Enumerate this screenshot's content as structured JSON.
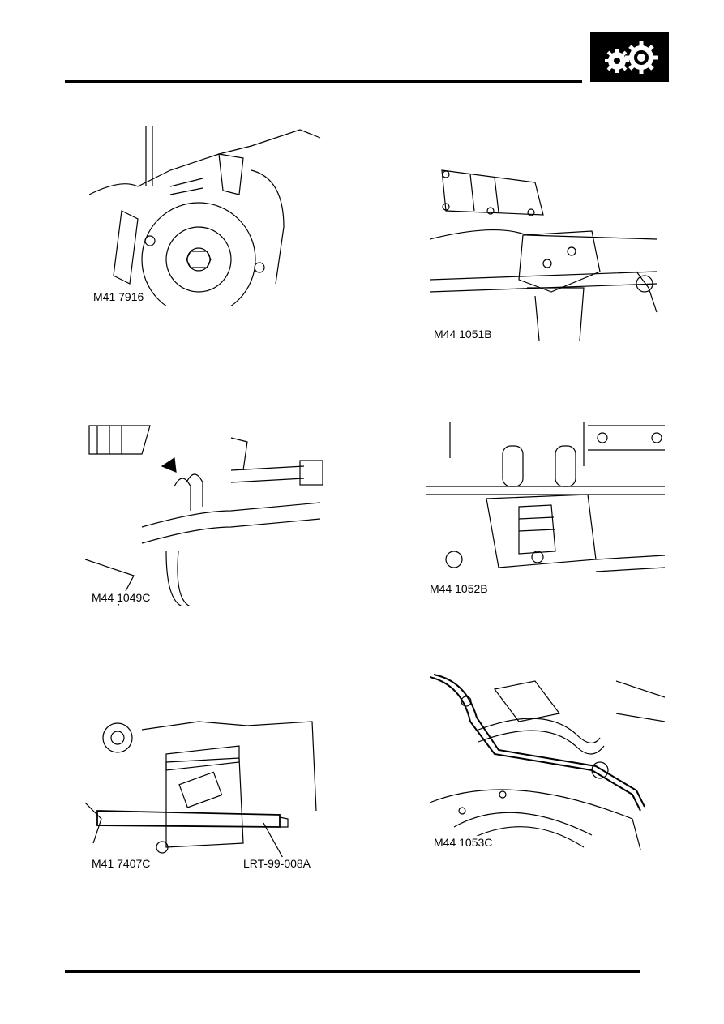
{
  "header": {
    "section_icon": "gears-icon"
  },
  "figures": [
    {
      "label": "M41 7916"
    },
    {
      "label": "M44 1051B"
    },
    {
      "label": "M44 1049C"
    },
    {
      "label": "M44 1052B"
    },
    {
      "label": "M41 7407C",
      "tool_label": "LRT-99-008A"
    },
    {
      "label": "M44 1053C"
    }
  ]
}
